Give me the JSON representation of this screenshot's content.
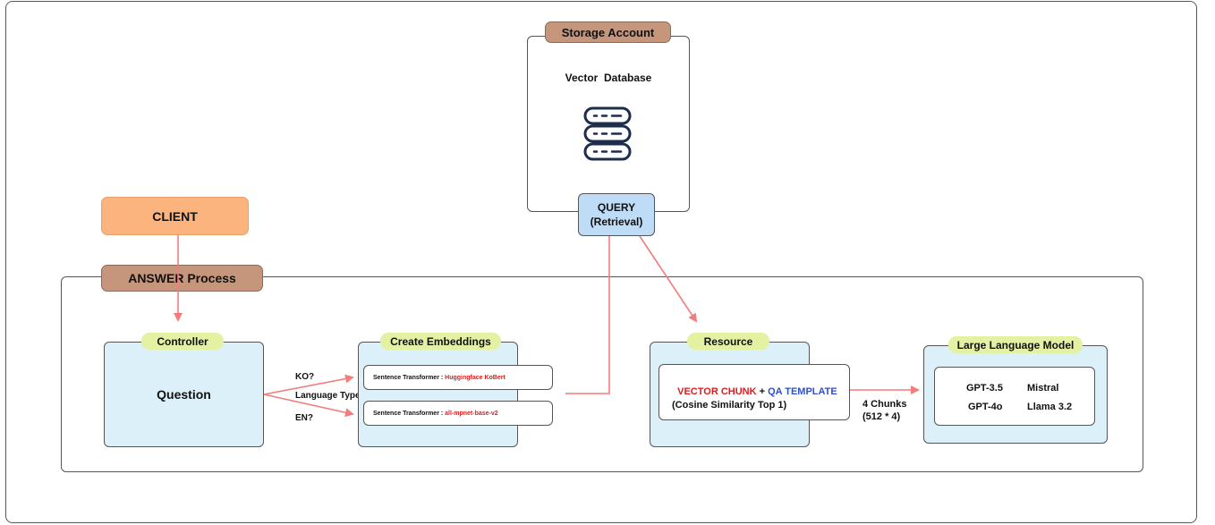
{
  "storage": {
    "title": "Storage Account",
    "subtitle": "Vector  Database",
    "icon": "database-icon"
  },
  "query": {
    "line1": "QUERY",
    "line2": "(Retrieval)"
  },
  "client": {
    "label": "CLIENT"
  },
  "answer_process": {
    "title": "ANSWER Process"
  },
  "controller": {
    "tag": "Controller",
    "question": "Question"
  },
  "language": {
    "ko": "KO?",
    "type": "Language Type",
    "en": "EN?"
  },
  "embeddings": {
    "tag": "Create Embeddings",
    "row1_prefix": "Sentence Transformer : ",
    "row1_model": "Huggingface KoBert",
    "row2_prefix": "Sentence Transformer : ",
    "row2_model": "all-mpnet-base-v2"
  },
  "resource": {
    "tag": "Resource",
    "vector_chunk": "VECTOR CHUNK",
    "plus": " + ",
    "qa_template": "QA TEMPLATE",
    "similarity": "(Cosine Similarity Top 1)"
  },
  "chunks": {
    "line1": "4 Chunks",
    "line2": "(512 * 4)"
  },
  "llm": {
    "tag": "Large Language Model",
    "models": [
      "GPT-3.5",
      "Mistral",
      "GPT-4o",
      "Llama 3.2"
    ]
  },
  "colors": {
    "arrow": "#f47c7c",
    "client_fill": "#fbb47d",
    "panel_fill": "#dcf0f9",
    "tag_fill": "#e4f1a3",
    "tan_fill": "#c5967c",
    "query_fill": "#bfdcf6",
    "red_text": "#e01b1b",
    "blue_text": "#2f4fd1"
  }
}
